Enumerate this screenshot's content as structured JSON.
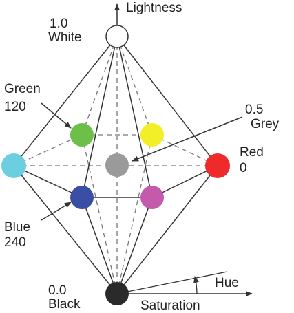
{
  "labels": {
    "lightness": "Lightness",
    "white_value": "1.0",
    "white": "White",
    "green": "Green",
    "green_value": "120",
    "grey_value": "0.5",
    "grey": "Grey",
    "red": "Red",
    "red_value": "0",
    "blue": "Blue",
    "blue_value": "240",
    "black_value": "0.0",
    "black": "Black",
    "hue": "Hue",
    "saturation": "Saturation"
  },
  "colors": {
    "line": "#333333",
    "dashed_line": "#777777",
    "white": "#ffffff",
    "green": "#6cc04a",
    "yellow": "#f2ef28",
    "grey": "#9a9a9a",
    "red": "#ee2a2a",
    "cyan": "#6ccfe0",
    "blue": "#3a4ea6",
    "magenta": "#c45aac",
    "black": "#2a2a2a"
  }
}
